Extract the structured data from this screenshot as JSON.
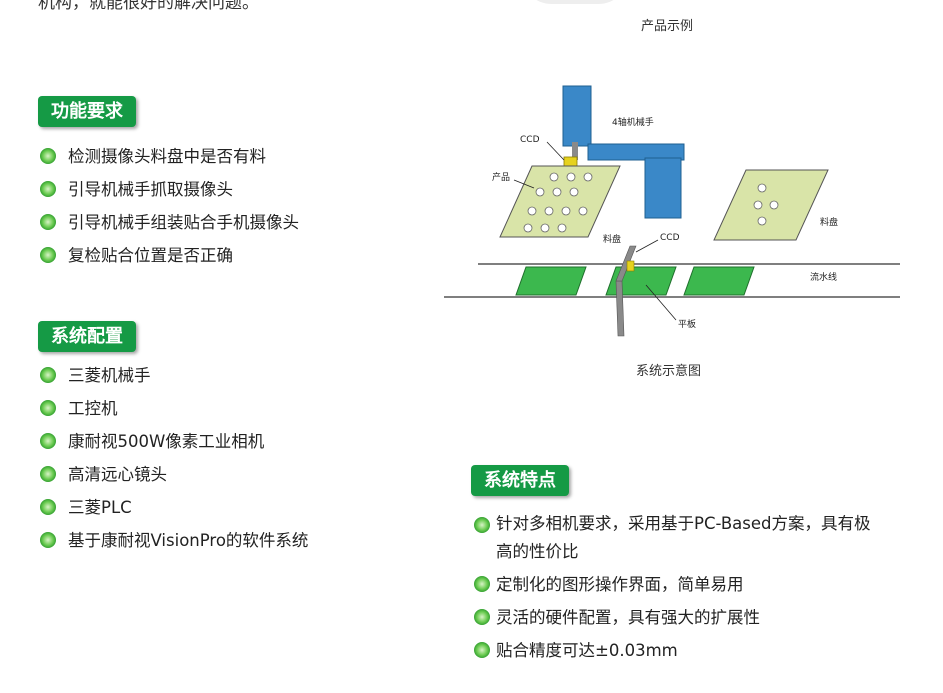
{
  "top_text": "机构，就能很好的解决问题。",
  "product_caption": "产品示例",
  "function_section": {
    "title": "功能要求",
    "items": [
      "检测摄像头料盘中是否有料",
      "引导机械手抓取摄像头",
      "引导机械手组装贴合手机摄像头",
      "复检贴合位置是否正确"
    ]
  },
  "config_section": {
    "title": "系统配置",
    "items": [
      "三菱机械手",
      "工控机",
      "康耐视500W像素工业相机",
      "高清远心镜头",
      "三菱PLC",
      "基于康耐视VisionPro的软件系统"
    ]
  },
  "features_section": {
    "title": "系统特点",
    "items": [
      "针对多相机要求，采用基于PC-Based方案，具有极高的性价比",
      "定制化的图形操作界面，简单易用",
      "灵活的硬件配置，具有强大的扩展性",
      "贴合精度可达±0.03mm"
    ]
  },
  "diagram": {
    "labels": {
      "robot": "4轴机械手",
      "ccd_top": "CCD",
      "product": "产品",
      "tray_left": "料盘",
      "tray_right": "料盘",
      "ccd_bottom": "CCD",
      "conveyor": "流水线",
      "plate": "平板"
    },
    "caption": "系统示意图"
  }
}
